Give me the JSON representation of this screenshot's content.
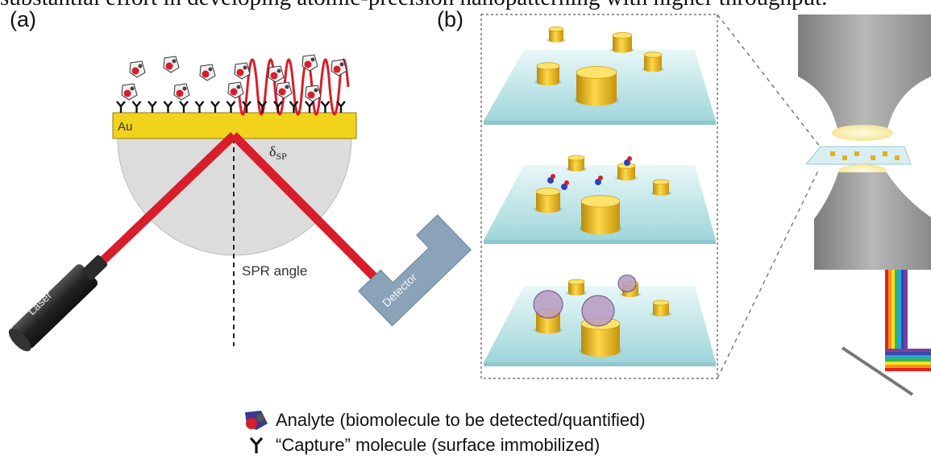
{
  "header_text": "substantial effort in developing atomic-precision nanopatterning with higher throughput.",
  "panel_a": {
    "label": "(a)",
    "gold_label": "Au",
    "delta_label": "δ",
    "delta_sub": "SP",
    "angle_label": "SPR angle",
    "laser_label": "Laser",
    "detector_label": "Detector"
  },
  "panel_b": {
    "label": "(b)"
  },
  "legend": {
    "analyte": "Analyte (biomolecule to be detected/quantified)",
    "capture": "“Capture” molecule (surface immobilized)"
  },
  "colors": {
    "gold": "#f2d31c",
    "beam": "#d81e2b",
    "prism": "#dcdcdc",
    "detector": "#8aa3b8",
    "substrate": "#aee0e3",
    "lens": "#8f8f8f"
  }
}
